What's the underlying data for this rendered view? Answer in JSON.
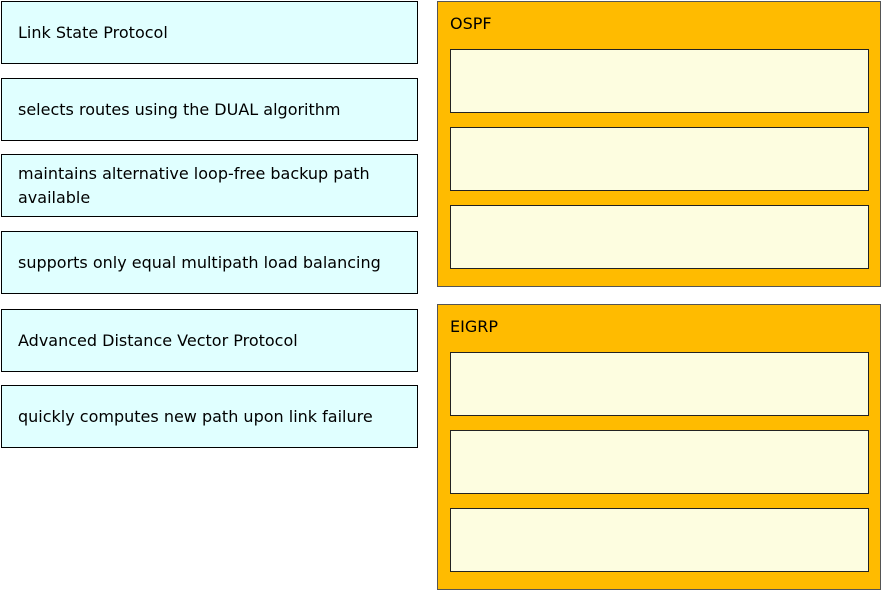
{
  "source_items": [
    "Link State Protocol",
    "selects routes using the DUAL algorithm",
    "maintains alternative loop-free backup path available",
    "supports only equal multipath load balancing",
    "Advanced Distance Vector Protocol",
    "quickly computes new path upon link failure"
  ],
  "targets": {
    "ospf": {
      "label": "OSPF"
    },
    "eigrp": {
      "label": "EIGRP"
    }
  },
  "colors": {
    "source_item_bg": "#e0ffff",
    "target_group_bg": "#ffbb00",
    "drop_slot_bg": "#fdfde0"
  }
}
